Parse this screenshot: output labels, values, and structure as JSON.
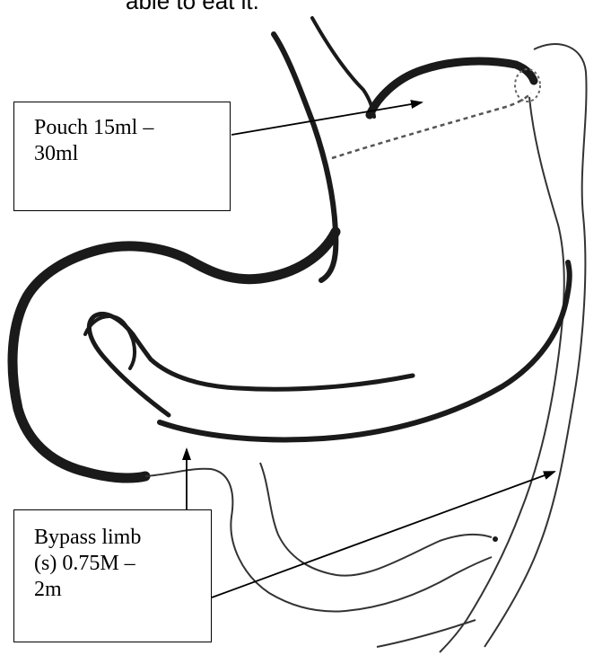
{
  "page": {
    "clipped_header_text": "able to eat it."
  },
  "labels": {
    "pouch": {
      "line1": "Pouch 15ml –",
      "line2": "30ml"
    },
    "bypass": {
      "line1": "Bypass limb",
      "line2": "(s) 0.75M –",
      "line3": "2m"
    }
  },
  "colors": {
    "outline": "#1a1a1a",
    "background": "#ffffff"
  }
}
